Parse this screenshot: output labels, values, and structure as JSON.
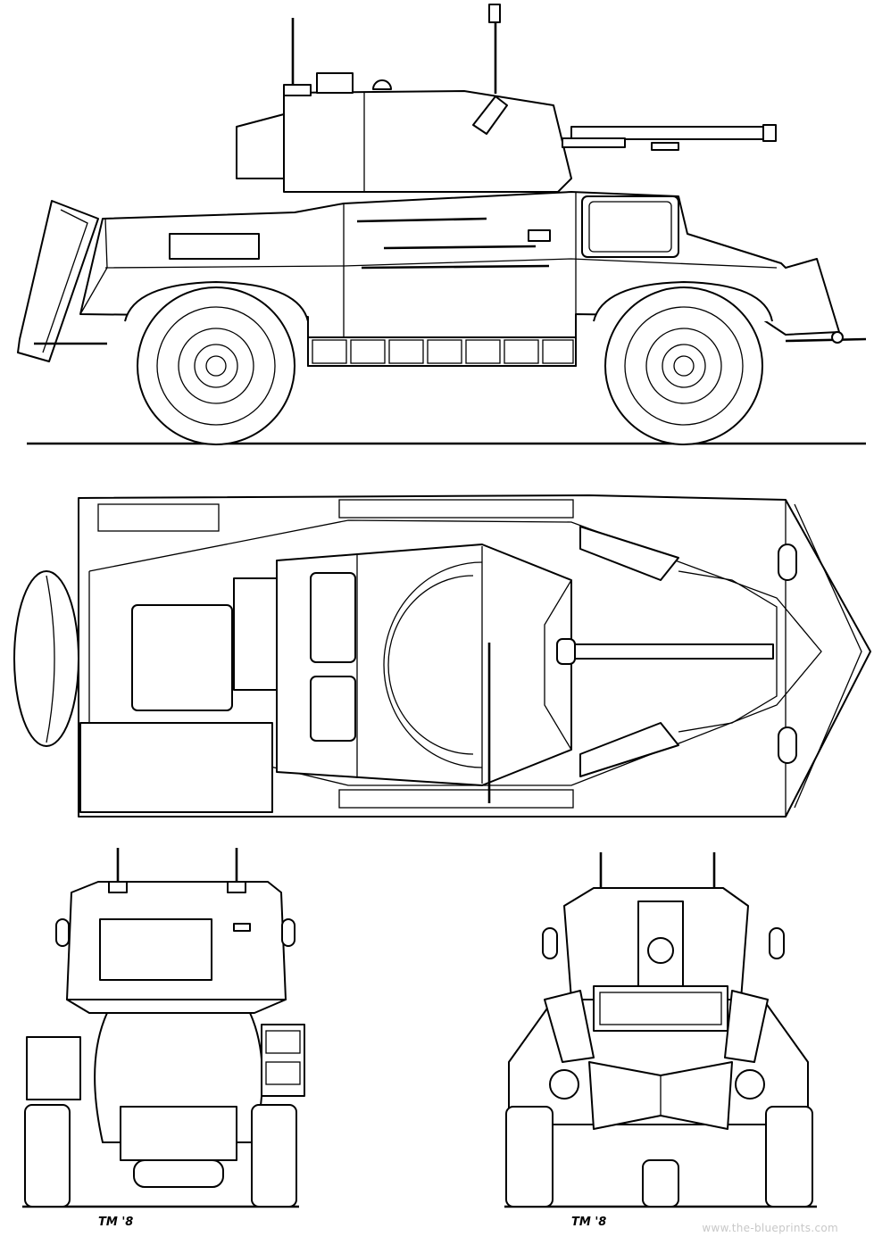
{
  "signatures": {
    "front_view": "TM '8",
    "rear_view": "TM '8"
  },
  "watermark": "www.the-blueprints.com",
  "colors": {
    "line": "#000000",
    "background": "#ffffff",
    "watermark": "#c8c8c8"
  }
}
